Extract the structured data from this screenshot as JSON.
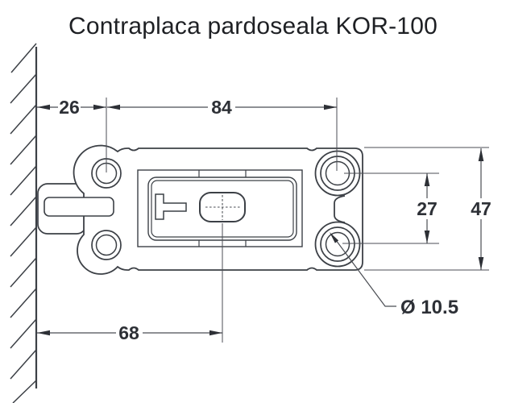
{
  "title": "Contraplaca pardoseala KOR-100",
  "dimensions": {
    "wall_offset": "26",
    "hole_spacing_horizontal": "84",
    "plate_height": "47",
    "hole_spacing_vertical": "27",
    "slot_offset": "68",
    "hole_diameter": "Ø 10.5"
  },
  "colors": {
    "background": "#ffffff",
    "part_line": "#3c4046",
    "dimension_line": "#4b4e54",
    "text": "#2d3036"
  }
}
